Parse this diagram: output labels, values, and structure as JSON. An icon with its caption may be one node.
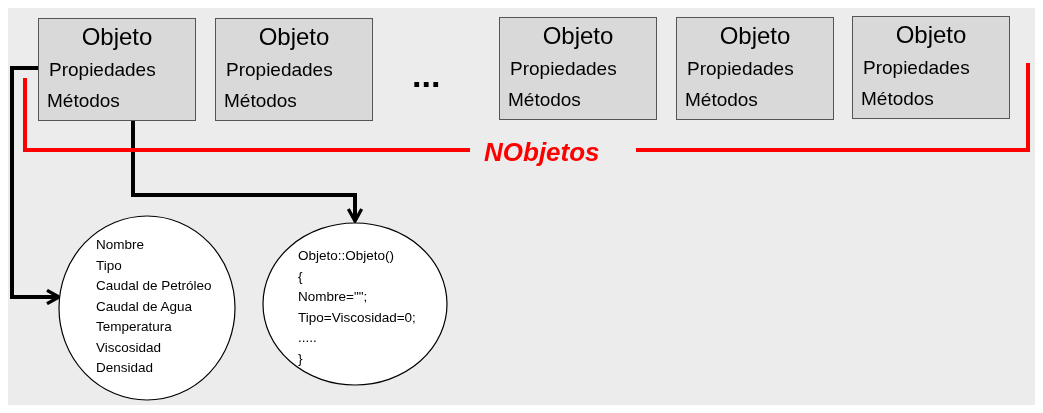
{
  "diagram": {
    "nodes": [
      {
        "text": [
          "Objeto",
          "Propiedades",
          "Métodos"
        ]
      },
      {
        "text": [
          "Objeto",
          "Propiedades",
          "Métodos"
        ]
      },
      {
        "text": [
          "Objeto",
          "Propiedades",
          "Métodos"
        ]
      },
      {
        "text": [
          "Objeto",
          "Propiedades",
          "Métodos"
        ]
      },
      {
        "text": [
          "Objeto",
          "Propiedades",
          "Métodos"
        ]
      },
      {
        "text": [
          "Nombre",
          "Tipo",
          "Caudal de Petróleo",
          "Caudal de Agua",
          "Temperatura",
          "Viscosidad",
          "Densidad"
        ]
      },
      {
        "text": [
          "Objeto::Objeto()",
          "{",
          "Nombre=\"\";",
          "Tipo=Viscosidad=0;",
          ".....",
          "}"
        ]
      }
    ],
    "edges": [
      {
        "from": 0,
        "to": 5,
        "arrow": "to"
      },
      {
        "from": 0,
        "to": 6,
        "arrow": "to"
      }
    ],
    "labels": [
      "...",
      "NObjetos"
    ]
  }
}
